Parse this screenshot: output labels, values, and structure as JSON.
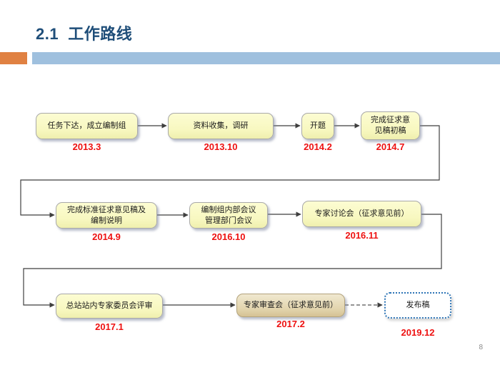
{
  "slide": {
    "title": "2.1  工作路线",
    "page_number": "8",
    "colors": {
      "title_blue": "#1F4E79",
      "accent_orange": "#E08142",
      "accent_blue": "#9FC0DE",
      "date_red": "#EE1111",
      "box_yellow": "#F8F8C0",
      "box_tan": "#E3D5AE",
      "release_border_blue": "#2E75B6"
    }
  },
  "flowchart": {
    "rows": [
      {
        "steps": [
          {
            "lines": [
              "任务下达，成立编制组"
            ],
            "date": "2013.3"
          },
          {
            "lines": [
              "资料收集，调研"
            ],
            "date": "2013.10"
          },
          {
            "lines": [
              "开题"
            ],
            "date": "2014.2"
          },
          {
            "lines": [
              "完成征求意",
              "见稿初稿"
            ],
            "date": "2014.7"
          }
        ]
      },
      {
        "steps": [
          {
            "lines": [
              "完成标准征求意见稿及",
              "编制说明"
            ],
            "date": "2014.9"
          },
          {
            "lines": [
              "编制组内部会议",
              "管理部门会议"
            ],
            "date": "2016.10"
          },
          {
            "lines": [
              "专家讨论会（征求意见前）"
            ],
            "date": "2016.11"
          }
        ]
      },
      {
        "steps": [
          {
            "lines": [
              "总站站内专家委员会评审"
            ],
            "date": "2017.1"
          },
          {
            "lines": [
              "专家审查会（征求意见前）"
            ],
            "date": "2017.2"
          },
          {
            "lines": [
              "发布稿"
            ],
            "date": "2019.12"
          }
        ]
      }
    ]
  }
}
